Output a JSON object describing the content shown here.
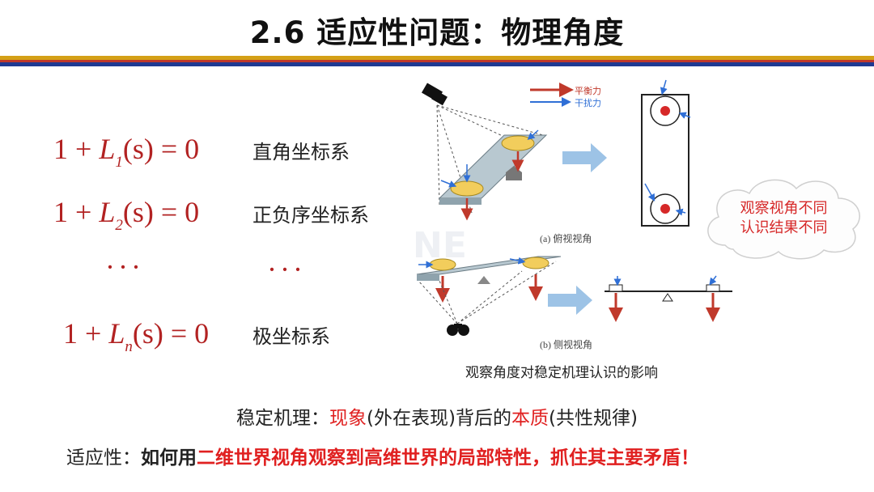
{
  "title": "2.6 适应性问题：物理角度",
  "equations": [
    {
      "prefix": "1 + ",
      "var": "L",
      "sub": "1",
      "rest": "(s) = 0",
      "label": "直角坐标系"
    },
    {
      "prefix": "1 + ",
      "var": "L",
      "sub": "2",
      "rest": "(s) = 0",
      "label": "正负序坐标系"
    },
    {
      "prefix": "1 + ",
      "var": "L",
      "sub": "n",
      "rest": "(s) = 0",
      "label": "极坐标系"
    }
  ],
  "dots_left": "···",
  "dots_right": "···",
  "figure": {
    "legend_balance": "平衡力",
    "legend_disturb": "干扰力",
    "caption_top": "(a) 俯视视角",
    "caption_bottom": "(b) 侧视视角",
    "caption": "观察角度对稳定机理认识的影响",
    "watermark": "NE"
  },
  "cloud": {
    "line1": "观察视角不同",
    "line2": "认识结果不同"
  },
  "line1": {
    "a": "稳定机理：",
    "b": "现象",
    "c": "(外在表现)背后的",
    "d": "本质",
    "e": "(共性规律)"
  },
  "line2": {
    "a": "适应性：",
    "b": "如何用",
    "c": "二维世界视角观察到高维世界的局部特性，抓住其主要矛盾！"
  },
  "colors": {
    "red": "#e02020",
    "equation": "#b22222",
    "arrow_blue": "#2f6fd6"
  }
}
